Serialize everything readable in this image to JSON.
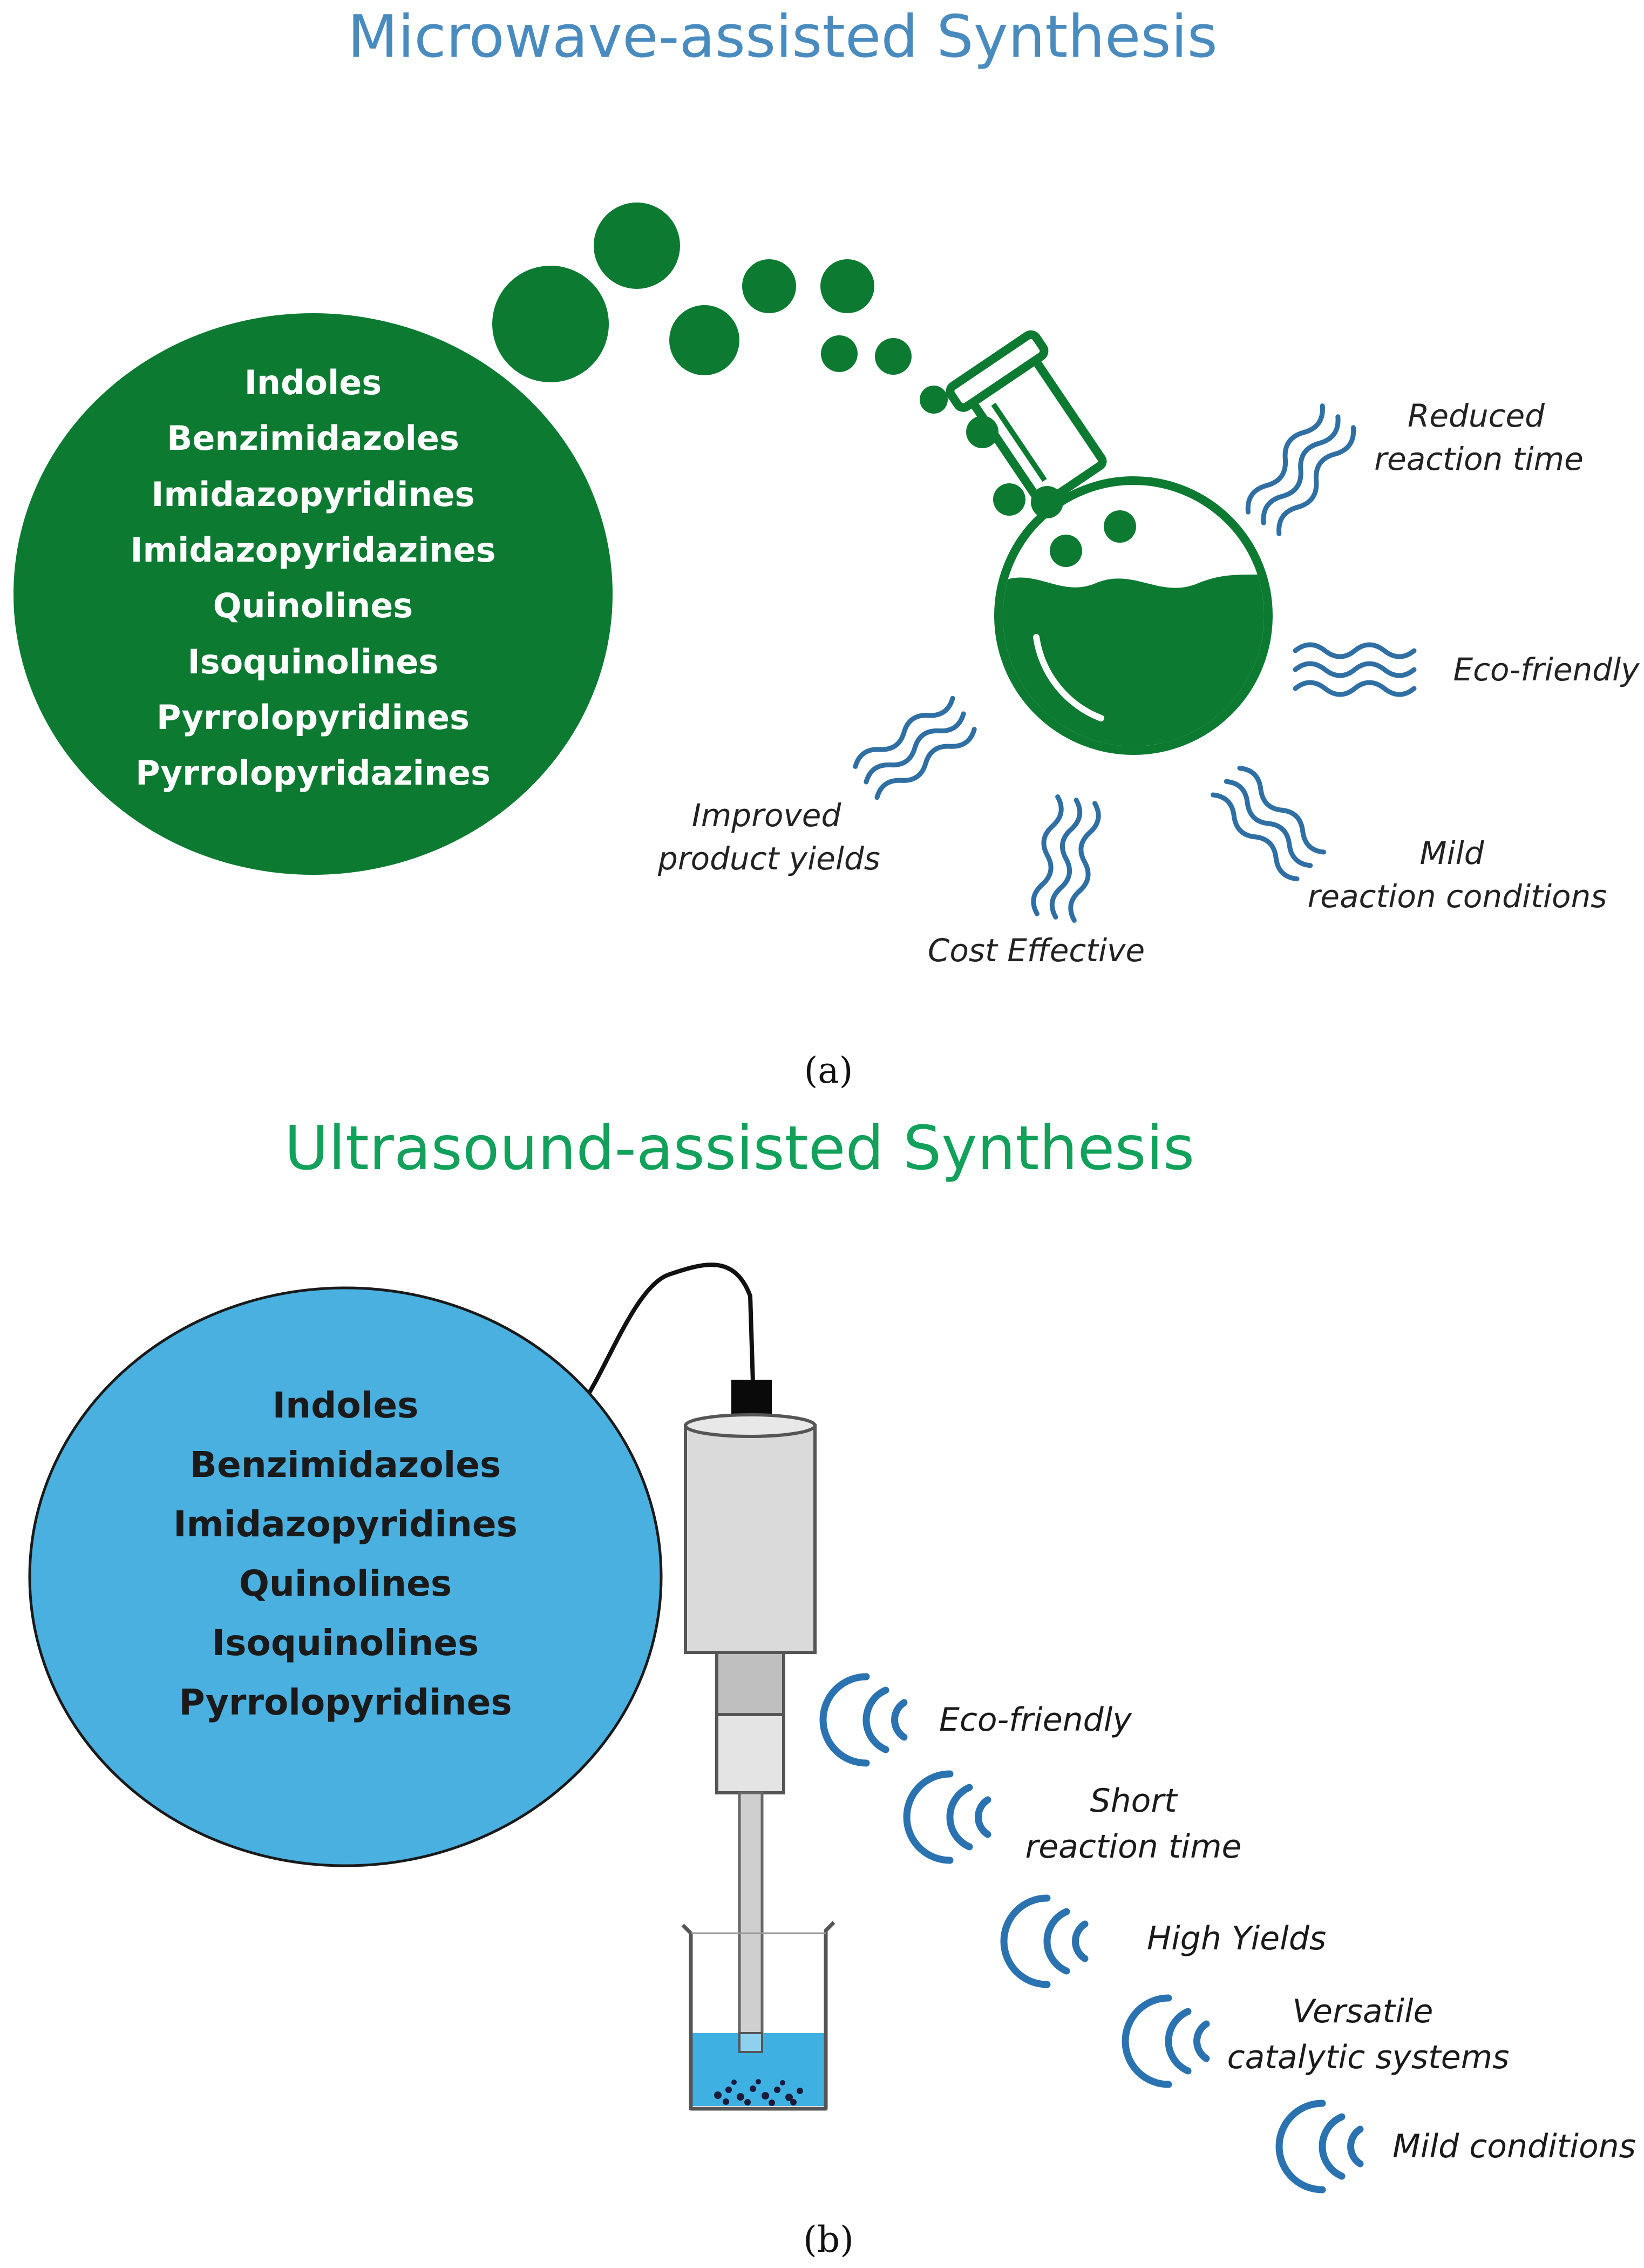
{
  "panel_a": {
    "title": "Microwave-assisted Synthesis",
    "title_color": "#4a8bbf",
    "accent_color": "#0d7a32",
    "wave_color": "#2f6fa3",
    "compounds": [
      "Indoles",
      "Benzimidazoles",
      "Imidazopyridines",
      "Imidazopyridazines",
      "Quinolines",
      "Isoquinolines",
      "Pyrrolopyridines",
      "Pyrrolopyridazines"
    ],
    "benefits": {
      "reduced_time": [
        "Reduced",
        "reaction time"
      ],
      "eco": [
        "Eco-friendly"
      ],
      "mild": [
        "Mild",
        "reaction conditions"
      ],
      "cost": [
        "Cost Effective"
      ],
      "yields": [
        "Improved",
        "product yields"
      ]
    },
    "icon": "round-bottom-flask-icon",
    "caption": "(a)"
  },
  "panel_b": {
    "title": "Ultrasound-assisted Synthesis",
    "title_color": "#12a15a",
    "bubble_color": "#4ab0e0",
    "compounds": [
      "Indoles",
      "Benzimidazoles",
      "Imidazopyridines",
      "Quinolines",
      "Isoquinolines",
      "Pyrrolopyridines"
    ],
    "benefits": {
      "eco": [
        "Eco-friendly"
      ],
      "short": [
        "Short",
        "reaction time"
      ],
      "yields": [
        "High Yields"
      ],
      "versatile": [
        "Versatile",
        "catalytic systems"
      ],
      "mild": [
        "Mild conditions"
      ]
    },
    "icon": "ultrasonic-probe-icon",
    "caption": "(b)"
  }
}
